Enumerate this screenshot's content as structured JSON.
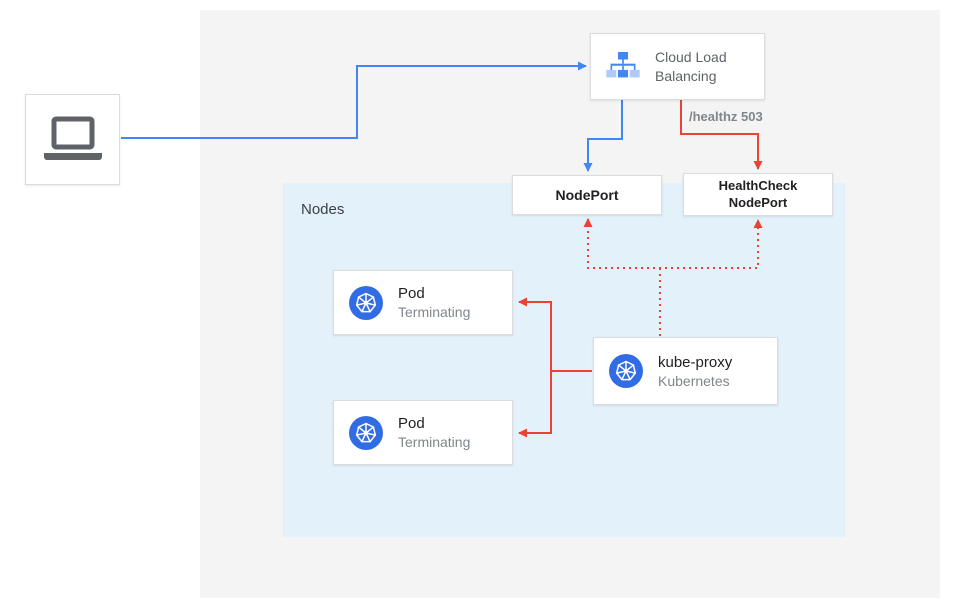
{
  "colors": {
    "arrow_blue": "#4285f4",
    "arrow_red": "#ea4335",
    "kubernetes_blue": "#326ce5",
    "nodes_panel_bg": "#e3f1fb",
    "canvas_panel_bg": "#f4f4f4"
  },
  "load_balancer": {
    "label": "Cloud Load Balancing"
  },
  "health_check_label": "/healthz 503",
  "node_port": {
    "label": "NodePort"
  },
  "health_check_node_port": {
    "label": "HealthCheck NodePort"
  },
  "nodes_panel": {
    "label": "Nodes"
  },
  "pods": [
    {
      "title": "Pod",
      "status": "Terminating"
    },
    {
      "title": "Pod",
      "status": "Terminating"
    }
  ],
  "kube_proxy": {
    "title": "kube-proxy",
    "subtitle": "Kubernetes"
  }
}
